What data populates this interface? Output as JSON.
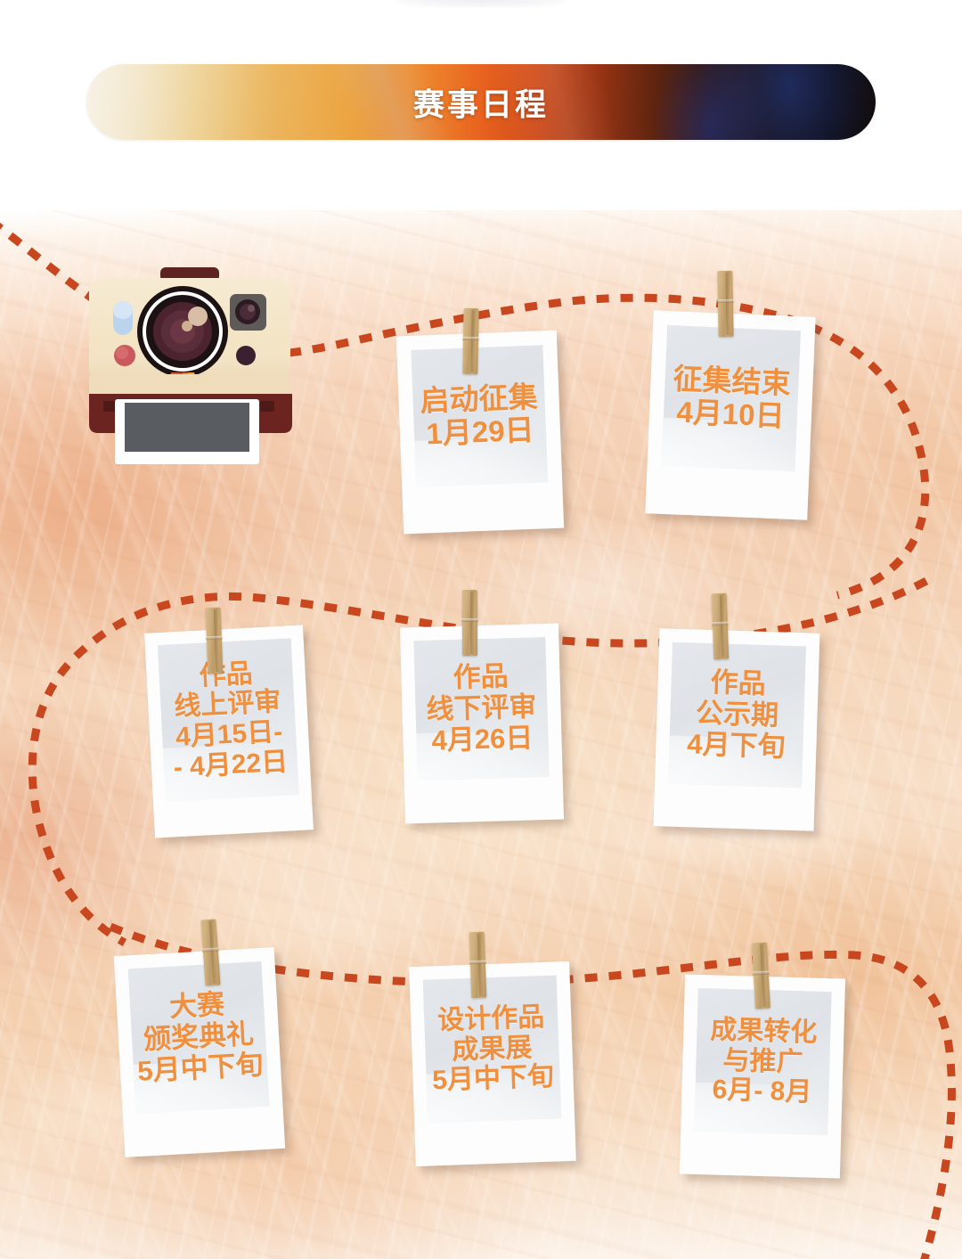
{
  "header": {
    "title": "赛事日程"
  },
  "colors": {
    "text_orange": "#F08F3E",
    "line_red": "#C8471F",
    "banner_gold": "#E9AD4C",
    "banner_dark": "#130907",
    "pin_wood": "#C9A876",
    "card_white": "#FDFDFD",
    "photo_grey": "#E2E6EA",
    "background_peach": "#F3CDB0"
  },
  "illustration": {
    "camera": {
      "name": "instant-camera",
      "body_color": "#F3E4C4",
      "top_bar_color": "#5E2220",
      "lens_color": "#4B2430",
      "flash_color": "#BBD4EE",
      "shutter_button_color": "#C9595C",
      "stripe_colors": [
        "#D6503F",
        "#E8743A",
        "#F0A436"
      ],
      "photo_color": "#595D61"
    },
    "clothesline": {
      "style": "dashed",
      "color": "#C8471F",
      "rows": 3
    }
  },
  "schedule": {
    "cards": [
      {
        "id": "launch",
        "lines": [
          "启动征集",
          "1月29日"
        ],
        "pin": "clothespin"
      },
      {
        "id": "submission-close",
        "lines": [
          "征集结束",
          "4月10日"
        ],
        "pin": "clothespin"
      },
      {
        "id": "online-review",
        "lines": [
          "作品",
          "线上评审",
          "4月15日-",
          "- 4月22日"
        ],
        "pin": "clothespin"
      },
      {
        "id": "offline-review",
        "lines": [
          "作品",
          "线下评审",
          "4月26日"
        ],
        "pin": "clothespin"
      },
      {
        "id": "publicity",
        "lines": [
          "作品",
          "公示期",
          "4月下旬"
        ],
        "pin": "clothespin"
      },
      {
        "id": "award-ceremony",
        "lines": [
          "大赛",
          "颁奖典礼",
          "5月中下旬"
        ],
        "pin": "clothespin"
      },
      {
        "id": "exhibition",
        "lines": [
          "设计作品",
          "成果展",
          "5月中下旬"
        ],
        "pin": "clothespin"
      },
      {
        "id": "transformation",
        "lines": [
          "成果转化",
          "与推广",
          "6月- 8月"
        ],
        "pin": "clothespin"
      }
    ]
  }
}
